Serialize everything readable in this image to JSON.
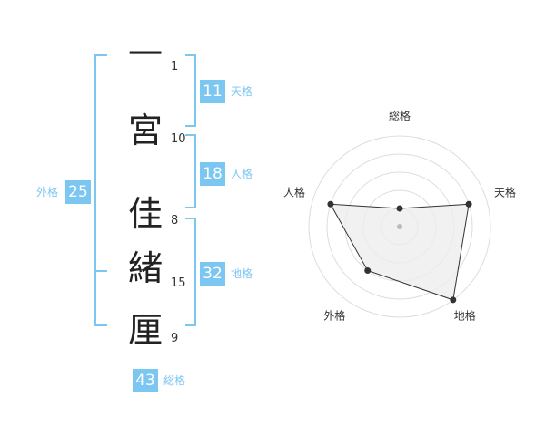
{
  "name_chars": [
    {
      "char": "一",
      "strokes": "1"
    },
    {
      "char": "宮",
      "strokes": "10"
    },
    {
      "char": "佳",
      "strokes": "8"
    },
    {
      "char": "緒",
      "strokes": "15"
    },
    {
      "char": "厘",
      "strokes": "9"
    }
  ],
  "fortune": {
    "tenkaku": {
      "label": "天格",
      "value": "11"
    },
    "jinkaku": {
      "label": "人格",
      "value": "18"
    },
    "chikaku": {
      "label": "地格",
      "value": "32"
    },
    "gaikaku": {
      "label": "外格",
      "value": "25"
    },
    "soukaku": {
      "label": "総格",
      "value": "43"
    }
  },
  "chart_data": {
    "type": "radar",
    "axes": [
      "総格",
      "天格",
      "地格",
      "外格",
      "人格"
    ],
    "values": [
      1,
      4,
      5,
      3,
      4
    ],
    "max": 5,
    "rings": 5,
    "colors": {
      "fill": "#eeeeee",
      "stroke": "#333333",
      "grid": "#dddddd",
      "accent": "#7cc6f2"
    }
  }
}
